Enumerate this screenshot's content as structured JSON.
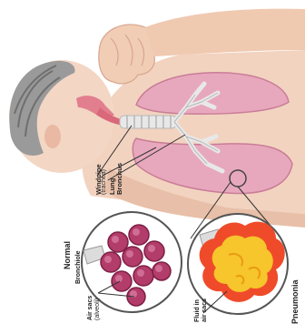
{
  "labels": {
    "windpipe": "Windpipe",
    "windpipe_sub": "(trachea)",
    "lung": "Lung",
    "bronchus": "Bronchus",
    "normal": "Normal",
    "bronchiole": "Bronchiole",
    "air_sacs": "Air sacs",
    "air_sacs_sub": "(alveoli)",
    "fluid": "Fluid in",
    "fluid_sub": "air sacs",
    "pneumonia": "Pneumonia"
  },
  "colors": {
    "skin": "#f2d3c0",
    "hair": "#9a9a9a",
    "lung": "#e7a8bd",
    "alveolus": "#b23c6a",
    "infection": "#ef4b2a",
    "fluid": "#f7c52c"
  }
}
